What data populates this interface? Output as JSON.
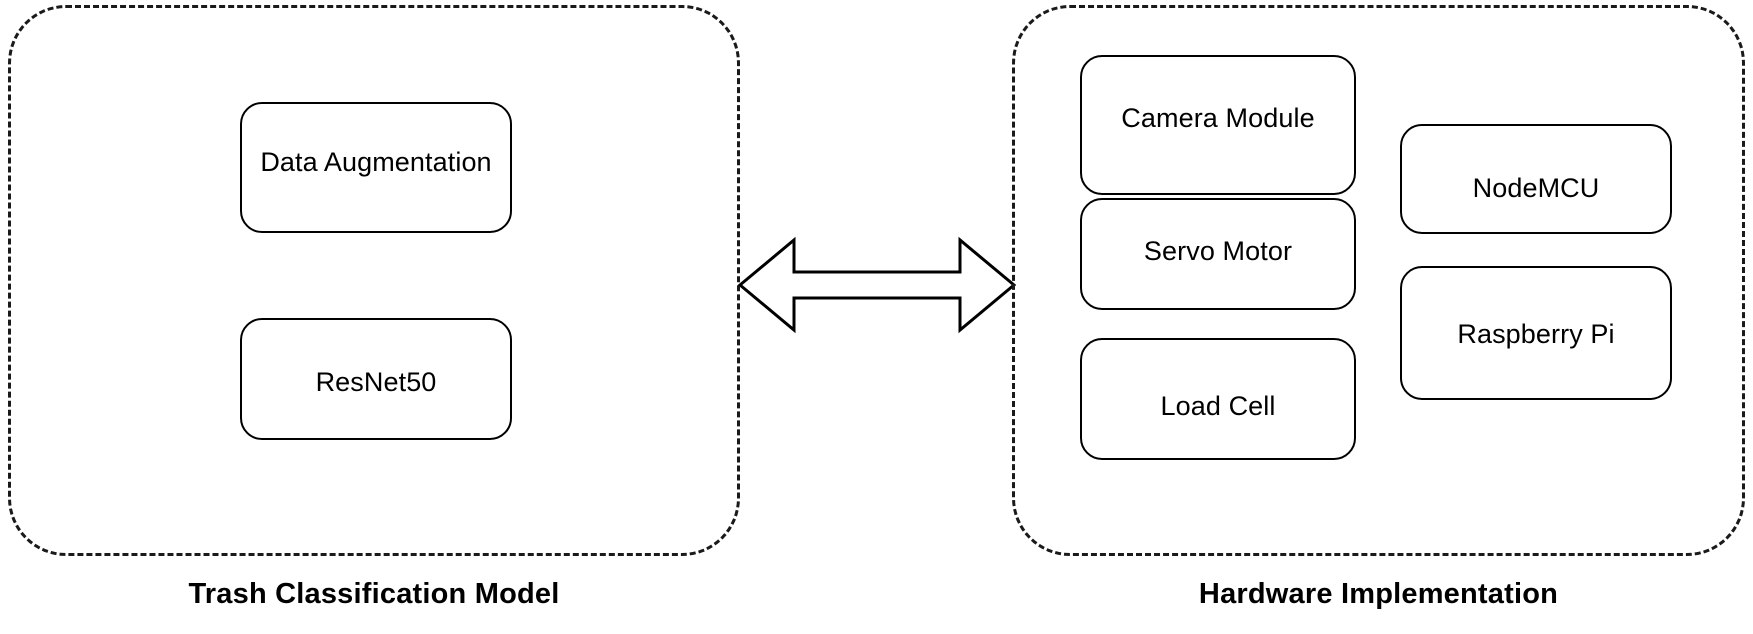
{
  "diagram": {
    "groups": [
      {
        "id": "trash-classification-model",
        "caption": "Trash Classification Model",
        "nodes": [
          {
            "id": "data-augmentation",
            "label": "Data Augmentation"
          },
          {
            "id": "resnet50",
            "label": "ResNet50"
          }
        ]
      },
      {
        "id": "hardware-implementation",
        "caption": "Hardware Implementation",
        "nodes": [
          {
            "id": "camera-module",
            "label": "Camera Module"
          },
          {
            "id": "servo-motor",
            "label": "Servo Motor"
          },
          {
            "id": "load-cell",
            "label": "Load Cell"
          },
          {
            "id": "nodemcu",
            "label": "NodeMCU"
          },
          {
            "id": "raspberry-pi",
            "label": "Raspberry Pi"
          }
        ]
      }
    ],
    "connector": {
      "id": "bidirectional-arrow",
      "type": "double-headed-arrow",
      "label": "",
      "from": "trash-classification-model",
      "to": "hardware-implementation"
    },
    "colors": {
      "background": "#ffffff",
      "stroke": "#000000",
      "group_border": "#1a1a1a",
      "text": "#000000"
    }
  }
}
